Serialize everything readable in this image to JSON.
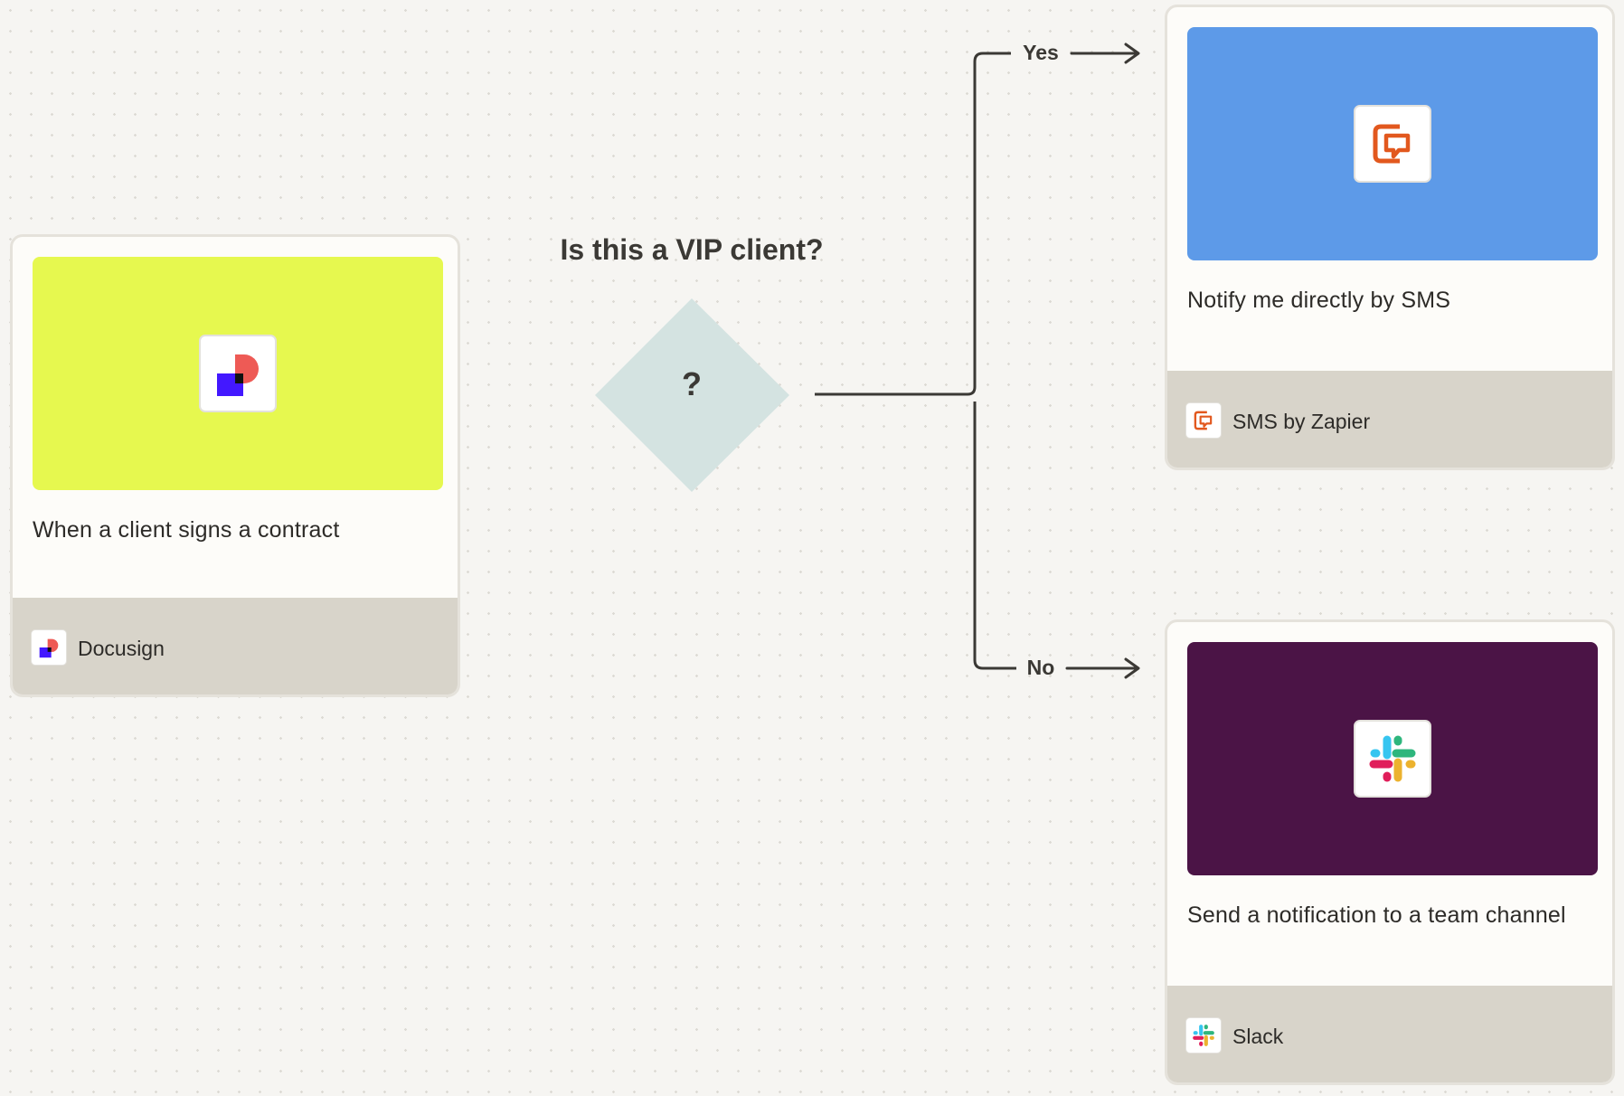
{
  "decision": {
    "question": "Is this a VIP client?",
    "symbol": "?",
    "yes_label": "Yes",
    "no_label": "No"
  },
  "trigger": {
    "title": "When a client signs a contract",
    "app_name": "Docusign",
    "hero_color": "#e6f84f",
    "icon": "docusign-icon"
  },
  "yes_action": {
    "title": "Notify me directly by SMS",
    "app_name": "SMS by Zapier",
    "hero_color": "#5d9ae8",
    "icon": "sms-icon"
  },
  "no_action": {
    "title": "Send a notification to a team channel",
    "app_name": "Slack",
    "hero_color": "#4b1446",
    "icon": "slack-icon"
  },
  "colors": {
    "canvas": "#f6f5f2",
    "connector": "#3b3935",
    "diamond": "#d4e3e1",
    "card_footer": "#d8d4ca"
  }
}
